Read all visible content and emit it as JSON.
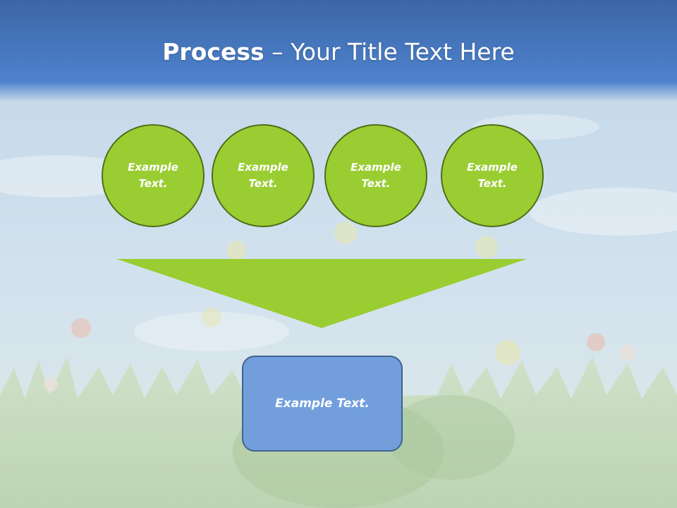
{
  "title": {
    "bold": "Process",
    "rest": " – Your Title Text Here"
  },
  "steps": [
    {
      "text": "Example Text."
    },
    {
      "text": "Example Text."
    },
    {
      "text": "Example Text."
    },
    {
      "text": "Example Text."
    }
  ],
  "result": {
    "text": "Example Text."
  },
  "colors": {
    "step_fill": "#9acd32",
    "step_border": "#4f6f18",
    "funnel": "#9acd32",
    "result_fill": "#729fdc",
    "result_border": "#3f6390",
    "sky_top": "#3f69a8"
  }
}
